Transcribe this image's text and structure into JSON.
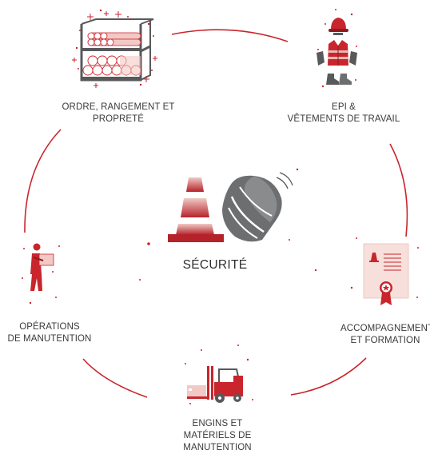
{
  "center": {
    "label": "SÉCURITÉ",
    "icon": "cone-and-helmet-icon"
  },
  "nodes": [
    {
      "id": "ordre",
      "lines": [
        "ORDRE, RANGEMENT ET",
        "PROPRETÉ"
      ],
      "icon": "storage-rack-icon"
    },
    {
      "id": "epi",
      "lines": [
        "EPI &",
        "VÊTEMENTS DE TRAVAIL"
      ],
      "icon": "ppe-equipment-icon"
    },
    {
      "id": "accompagnement",
      "lines": [
        "ACCOMPAGNEMENT",
        "ET FORMATION"
      ],
      "icon": "certificate-icon"
    },
    {
      "id": "engins",
      "lines": [
        "ENGINS ET",
        "MATÉRIELS DE",
        "MANUTENTION"
      ],
      "icon": "forklift-icon"
    },
    {
      "id": "operations",
      "lines": [
        "OPÉRATIONS",
        "DE MANUTENTION"
      ],
      "icon": "worker-carrying-box-icon"
    }
  ],
  "colors": {
    "accent": "#c0272d",
    "accent_light": "#e8b4b0",
    "gray": "#6d6e70",
    "text": "#3a3a3a"
  }
}
